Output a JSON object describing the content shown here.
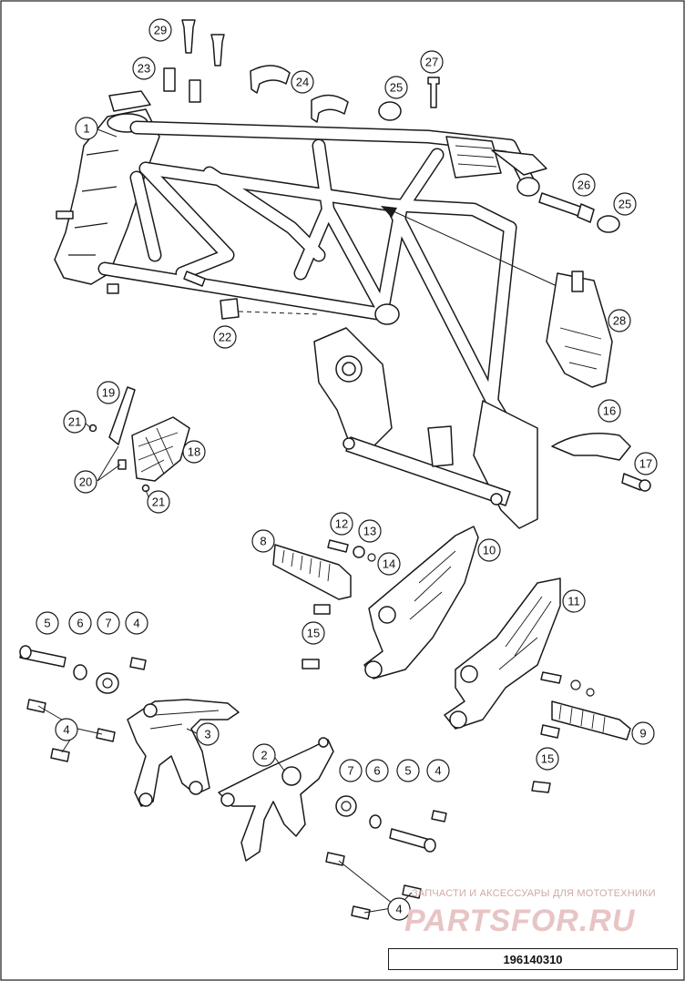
{
  "diagram": {
    "drawing_code": "196140310",
    "watermark": {
      "subtitle": "ЗАПЧАСТИ И АКСЕССУАРЫ ДЛЯ МОТОТЕХНИКИ",
      "logo": "PARTSFOR.RU"
    },
    "callouts": [
      {
        "id": "c1",
        "label": "1"
      },
      {
        "id": "c2",
        "label": "2"
      },
      {
        "id": "c3",
        "label": "3"
      },
      {
        "id": "c4a",
        "label": "4"
      },
      {
        "id": "c4b",
        "label": "4"
      },
      {
        "id": "c4c",
        "label": "4"
      },
      {
        "id": "c4d",
        "label": "4"
      },
      {
        "id": "c5a",
        "label": "5"
      },
      {
        "id": "c5b",
        "label": "5"
      },
      {
        "id": "c6a",
        "label": "6"
      },
      {
        "id": "c6b",
        "label": "6"
      },
      {
        "id": "c7a",
        "label": "7"
      },
      {
        "id": "c7b",
        "label": "7"
      },
      {
        "id": "c8",
        "label": "8"
      },
      {
        "id": "c9",
        "label": "9"
      },
      {
        "id": "c10",
        "label": "10"
      },
      {
        "id": "c11",
        "label": "11"
      },
      {
        "id": "c12",
        "label": "12"
      },
      {
        "id": "c13",
        "label": "13"
      },
      {
        "id": "c14",
        "label": "14"
      },
      {
        "id": "c15a",
        "label": "15"
      },
      {
        "id": "c15b",
        "label": "15"
      },
      {
        "id": "c16",
        "label": "16"
      },
      {
        "id": "c17",
        "label": "17"
      },
      {
        "id": "c18",
        "label": "18"
      },
      {
        "id": "c19",
        "label": "19"
      },
      {
        "id": "c20",
        "label": "20"
      },
      {
        "id": "c21a",
        "label": "21"
      },
      {
        "id": "c21b",
        "label": "21"
      },
      {
        "id": "c22",
        "label": "22"
      },
      {
        "id": "c23",
        "label": "23"
      },
      {
        "id": "c24",
        "label": "24"
      },
      {
        "id": "c25a",
        "label": "25"
      },
      {
        "id": "c25b",
        "label": "25"
      },
      {
        "id": "c26",
        "label": "26"
      },
      {
        "id": "c27",
        "label": "27"
      },
      {
        "id": "c28",
        "label": "28"
      },
      {
        "id": "c29",
        "label": "29"
      }
    ]
  }
}
